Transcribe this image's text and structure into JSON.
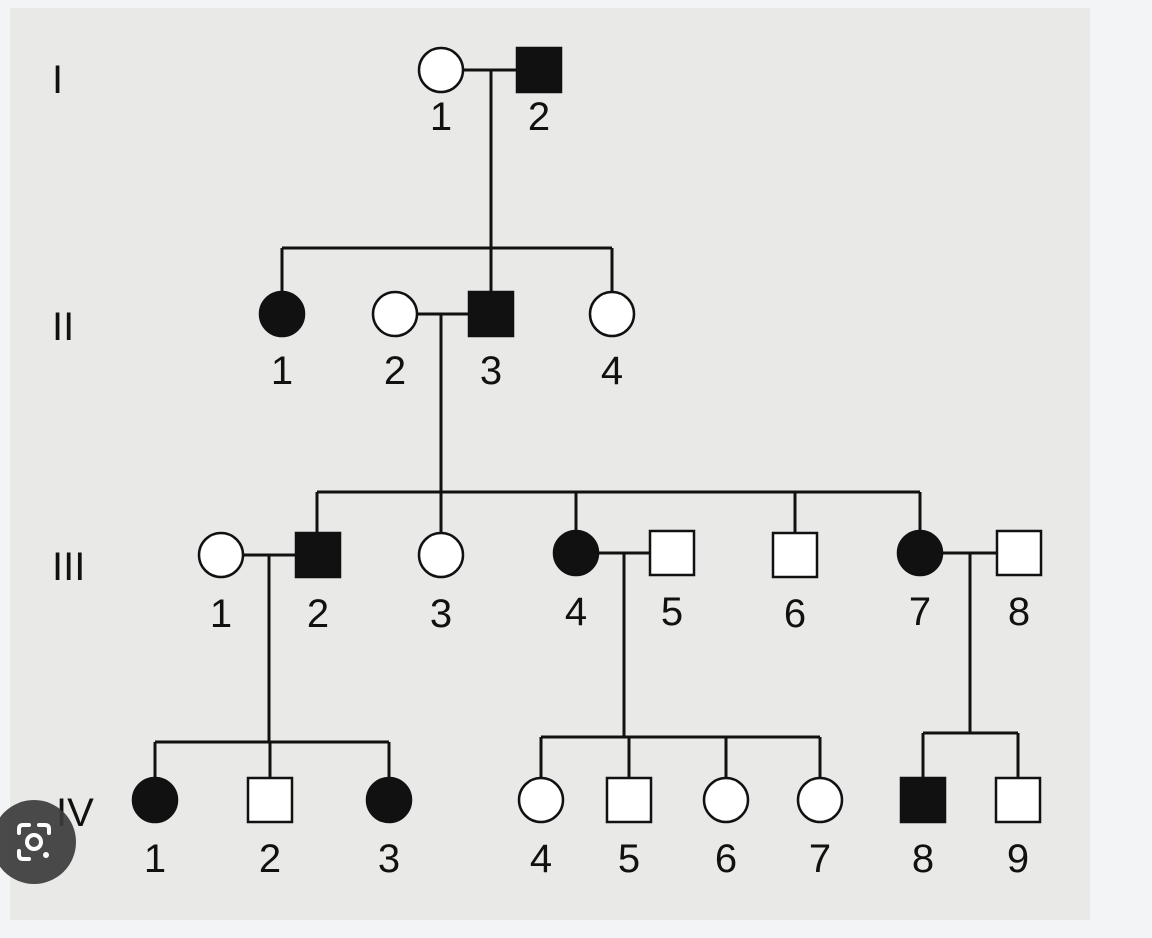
{
  "generations": [
    {
      "label": "I",
      "members": [
        "1",
        "2"
      ]
    },
    {
      "label": "II",
      "members": [
        "1",
        "2",
        "3",
        "4"
      ]
    },
    {
      "label": "III",
      "members": [
        "1",
        "2",
        "3",
        "4",
        "5",
        "6",
        "7",
        "8"
      ]
    },
    {
      "label": "IV",
      "members": [
        "1",
        "2",
        "3",
        "4",
        "5",
        "6",
        "7",
        "8",
        "9"
      ]
    }
  ],
  "individuals": [
    {
      "id": "I-1",
      "number": "1",
      "sex": "female",
      "affected": false
    },
    {
      "id": "I-2",
      "number": "2",
      "sex": "male",
      "affected": true
    },
    {
      "id": "II-1",
      "number": "1",
      "sex": "female",
      "affected": true
    },
    {
      "id": "II-2",
      "number": "2",
      "sex": "female",
      "affected": false
    },
    {
      "id": "II-3",
      "number": "3",
      "sex": "male",
      "affected": true
    },
    {
      "id": "II-4",
      "number": "4",
      "sex": "female",
      "affected": false
    },
    {
      "id": "III-1",
      "number": "1",
      "sex": "female",
      "affected": false
    },
    {
      "id": "III-2",
      "number": "2",
      "sex": "male",
      "affected": true
    },
    {
      "id": "III-3",
      "number": "3",
      "sex": "female",
      "affected": false
    },
    {
      "id": "III-4",
      "number": "4",
      "sex": "female",
      "affected": true
    },
    {
      "id": "III-5",
      "number": "5",
      "sex": "male",
      "affected": false
    },
    {
      "id": "III-6",
      "number": "6",
      "sex": "male",
      "affected": false
    },
    {
      "id": "III-7",
      "number": "7",
      "sex": "female",
      "affected": true
    },
    {
      "id": "III-8",
      "number": "8",
      "sex": "male",
      "affected": false
    },
    {
      "id": "IV-1",
      "number": "1",
      "sex": "female",
      "affected": true
    },
    {
      "id": "IV-2",
      "number": "2",
      "sex": "male",
      "affected": false
    },
    {
      "id": "IV-3",
      "number": "3",
      "sex": "female",
      "affected": true
    },
    {
      "id": "IV-4",
      "number": "4",
      "sex": "female",
      "affected": false
    },
    {
      "id": "IV-5",
      "number": "5",
      "sex": "male",
      "affected": false
    },
    {
      "id": "IV-6",
      "number": "6",
      "sex": "female",
      "affected": false
    },
    {
      "id": "IV-7",
      "number": "7",
      "sex": "female",
      "affected": false
    },
    {
      "id": "IV-8",
      "number": "8",
      "sex": "male",
      "affected": true
    },
    {
      "id": "IV-9",
      "number": "9",
      "sex": "male",
      "affected": false
    }
  ],
  "colors": {
    "ink": "#111111",
    "paper": "#e9e9e7",
    "background": "#f3f4f6",
    "lens_button": "#3c3c3c"
  },
  "overlay_icon": "lens-camera-icon"
}
